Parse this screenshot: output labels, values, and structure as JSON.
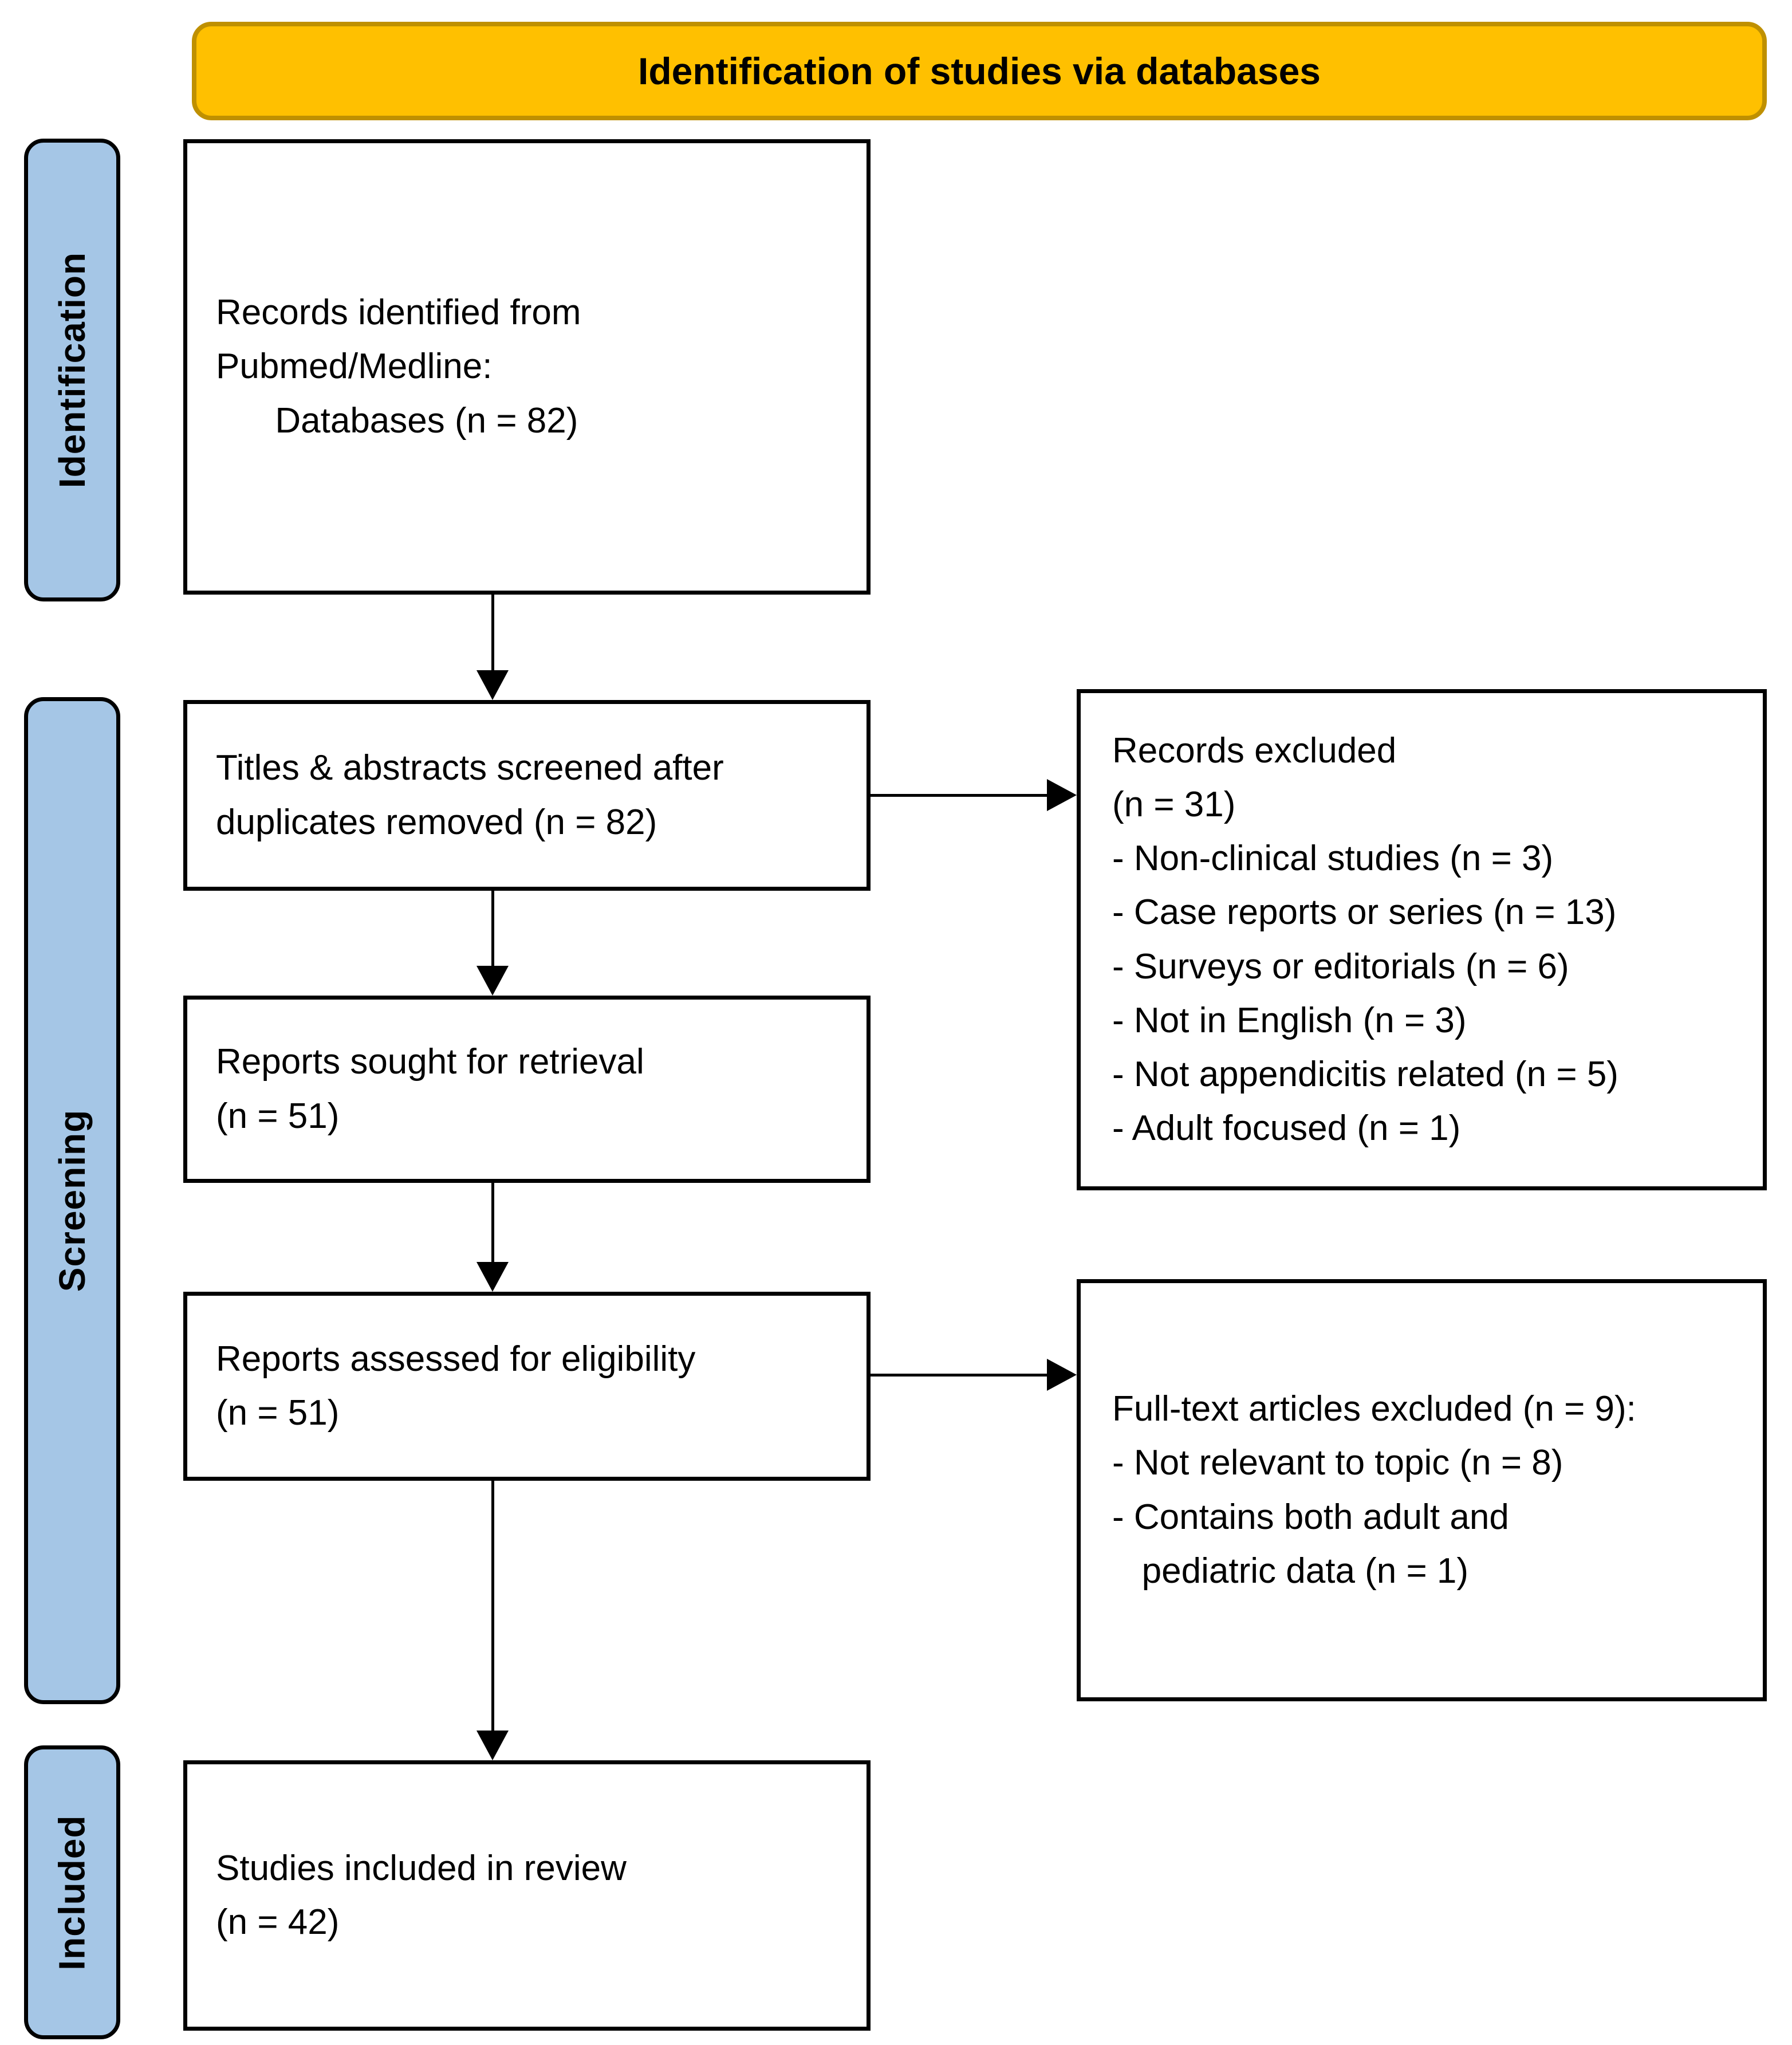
{
  "title_banner": {
    "label": "Identification of studies via databases"
  },
  "colors": {
    "banner_fill": "#FFC000",
    "banner_border": "#BF9000",
    "stage_fill": "#A5C6E6",
    "box_border": "#000000"
  },
  "stage_bars": [
    {
      "label": "Identification"
    },
    {
      "label": "Screening"
    },
    {
      "label": "Included"
    }
  ],
  "flow_boxes": {
    "records_identified": {
      "text": "Records identified from\nPubmed/Medline:\n      Databases (n = 82)"
    },
    "titles_screened": {
      "text": "Titles & abstracts screened after\nduplicates removed (n = 82)"
    },
    "reports_sought": {
      "text": "Reports sought for retrieval\n(n = 51)"
    },
    "reports_assessed": {
      "text": "Reports assessed for eligibility\n(n = 51)"
    },
    "studies_included": {
      "text": "Studies included in review\n(n = 42)"
    },
    "records_excluded": {
      "text": "Records excluded\n(n = 31)\n- Non-clinical studies (n = 3)\n- Case reports or series (n = 13)\n- Surveys or editorials (n = 6)\n- Not in English (n = 3)\n- Not appendicitis related (n = 5)\n- Adult focused (n = 1)"
    },
    "fulltext_excluded": {
      "text": "Full-text articles excluded (n = 9):\n- Not relevant to topic (n = 8)\n- Contains both adult and\n   pediatric data (n = 1)"
    }
  }
}
